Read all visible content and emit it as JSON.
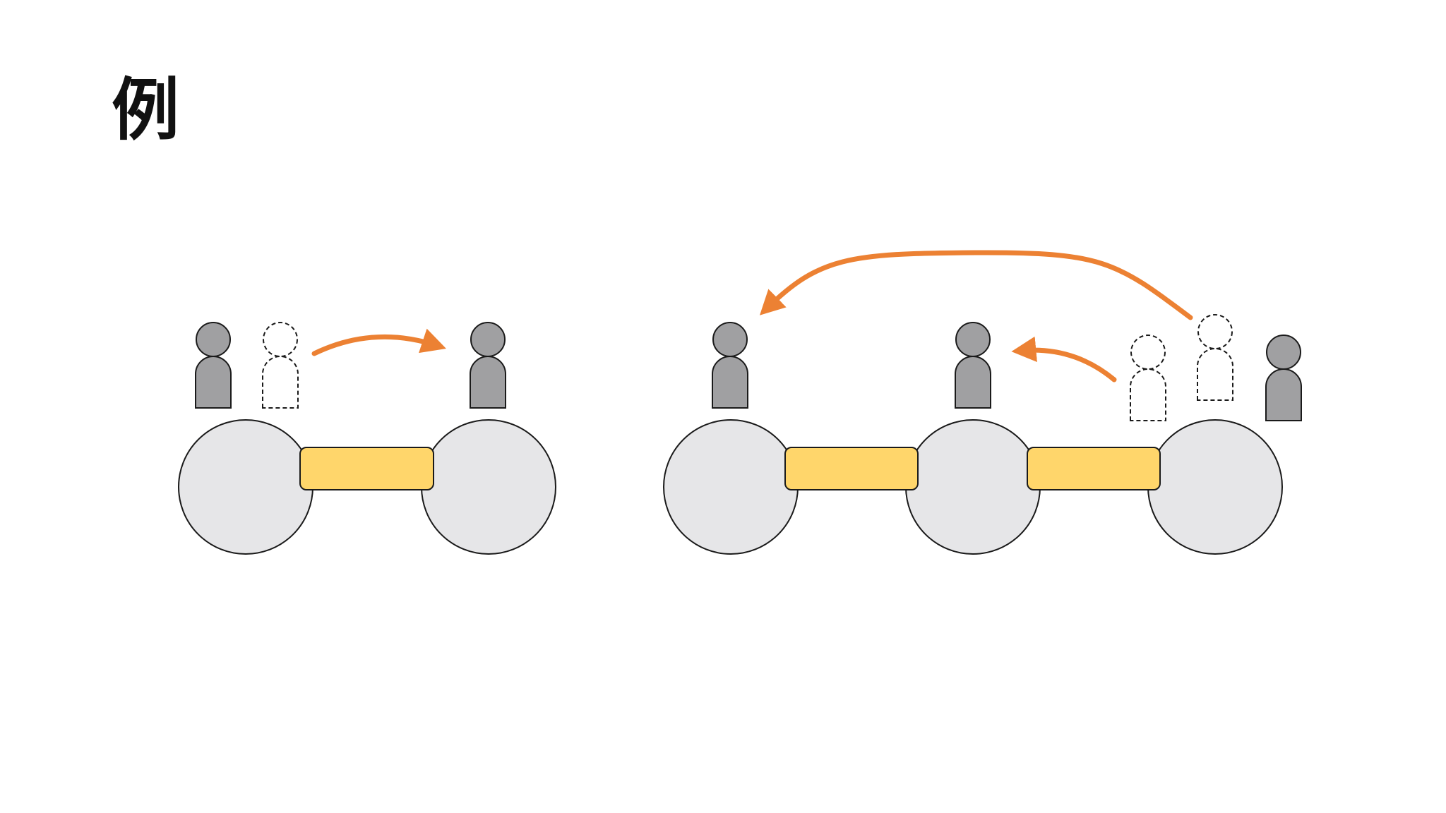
{
  "slide": {
    "title": "例"
  },
  "colors": {
    "background": "#ffffff",
    "node_fill": "#e6e6e8",
    "node_stroke": "#1a1a1a",
    "edge_fill": "#ffd66b",
    "person_fill": "#a0a0a2",
    "ghost_stroke": "#1a1a1a",
    "arrow": "#ec8133"
  },
  "diagrams": [
    {
      "name": "two-node-graph",
      "nodes": 2,
      "edges": 1,
      "people_present": 2,
      "ghost_people": 1,
      "moves": [
        {
          "from": "ghost-position",
          "to": "node-2",
          "direction": "right"
        }
      ]
    },
    {
      "name": "three-node-graph",
      "nodes": 3,
      "edges": 2,
      "people_present": 3,
      "ghost_people": 2,
      "moves": [
        {
          "from": "ghost-position-1",
          "to": "node-2",
          "direction": "left"
        },
        {
          "from": "ghost-position-2",
          "to": "node-1",
          "direction": "left"
        }
      ]
    }
  ]
}
